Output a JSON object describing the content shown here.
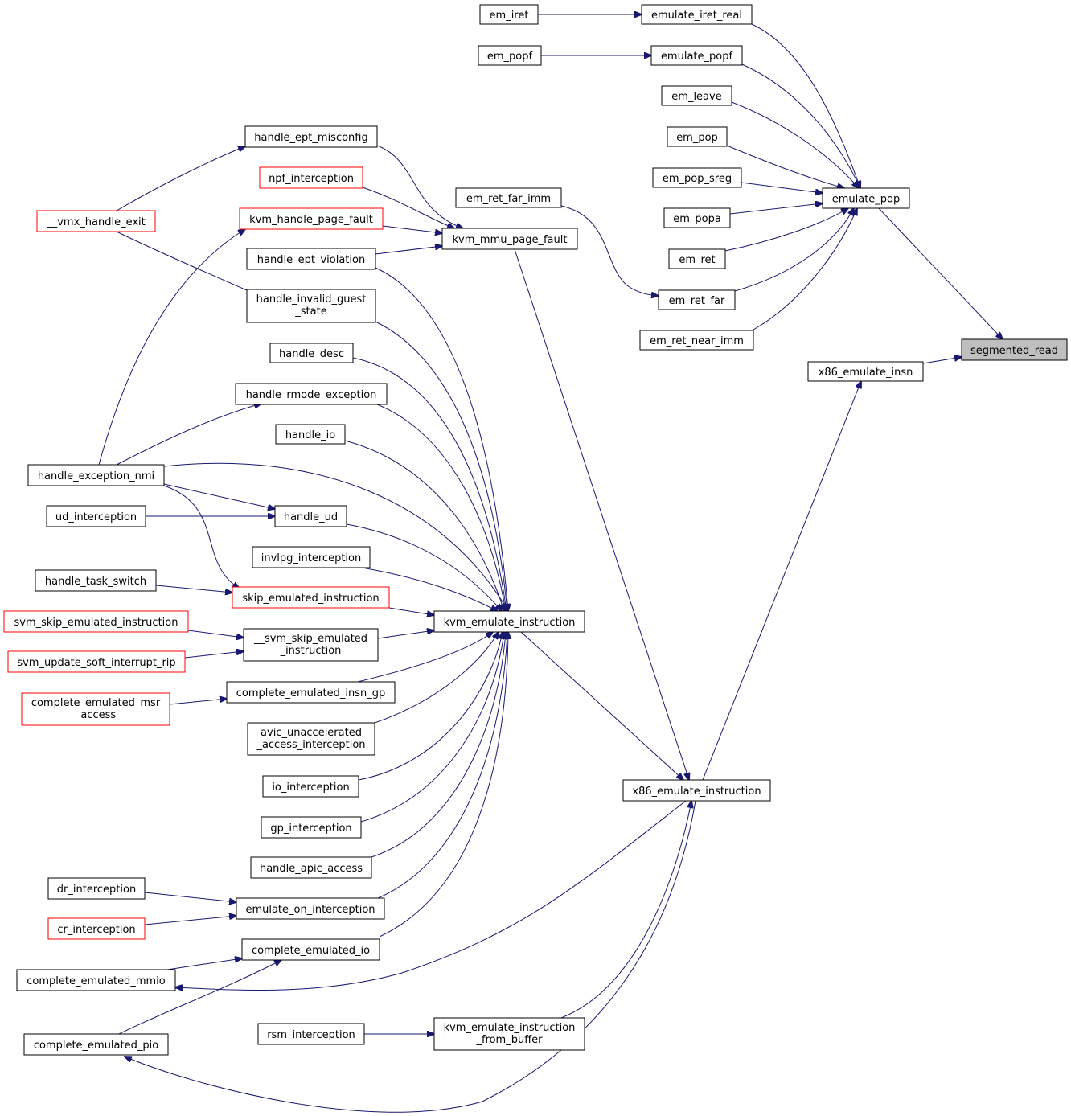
{
  "diagram": {
    "colors": {
      "edge": "#191970",
      "box_border": "#000000",
      "external_border": "#ff0000",
      "focus_fill": "#bfbfbf"
    },
    "nodes": [
      {
        "id": "em_iret",
        "label": [
          "em_iret"
        ],
        "style": "normal"
      },
      {
        "id": "emulate_iret_real",
        "label": [
          "emulate_iret_real"
        ],
        "style": "normal"
      },
      {
        "id": "em_popf",
        "label": [
          "em_popf"
        ],
        "style": "normal"
      },
      {
        "id": "emulate_popf",
        "label": [
          "emulate_popf"
        ],
        "style": "normal"
      },
      {
        "id": "em_leave",
        "label": [
          "em_leave"
        ],
        "style": "normal"
      },
      {
        "id": "em_pop",
        "label": [
          "em_pop"
        ],
        "style": "normal"
      },
      {
        "id": "em_pop_sreg",
        "label": [
          "em_pop_sreg"
        ],
        "style": "normal"
      },
      {
        "id": "emulate_pop",
        "label": [
          "emulate_pop"
        ],
        "style": "normal"
      },
      {
        "id": "em_popa",
        "label": [
          "em_popa"
        ],
        "style": "normal"
      },
      {
        "id": "em_ret",
        "label": [
          "em_ret"
        ],
        "style": "normal"
      },
      {
        "id": "em_ret_far",
        "label": [
          "em_ret_far"
        ],
        "style": "normal"
      },
      {
        "id": "em_ret_near_imm",
        "label": [
          "em_ret_near_imm"
        ],
        "style": "normal"
      },
      {
        "id": "segmented_read",
        "label": [
          "segmented_read"
        ],
        "style": "focus"
      },
      {
        "id": "x86_emulate_insn",
        "label": [
          "x86_emulate_insn"
        ],
        "style": "normal"
      },
      {
        "id": "em_ret_far_imm",
        "label": [
          "em_ret_far_imm"
        ],
        "style": "normal"
      },
      {
        "id": "kvm_mmu_page_fault",
        "label": [
          "kvm_mmu_page_fault"
        ],
        "style": "normal"
      },
      {
        "id": "handle_ept_misconfig",
        "label": [
          "handle_ept_misconfig"
        ],
        "style": "normal"
      },
      {
        "id": "npf_interception",
        "label": [
          "npf_interception"
        ],
        "style": "external"
      },
      {
        "id": "kvm_handle_page_fault",
        "label": [
          "kvm_handle_page_fault"
        ],
        "style": "external"
      },
      {
        "id": "handle_ept_violation",
        "label": [
          "handle_ept_violation"
        ],
        "style": "normal"
      },
      {
        "id": "vmx_handle_exit",
        "label": [
          "__vmx_handle_exit"
        ],
        "style": "external"
      },
      {
        "id": "handle_invalid_guest_state",
        "label": [
          "handle_invalid_guest",
          "_state"
        ],
        "style": "normal"
      },
      {
        "id": "handle_desc",
        "label": [
          "handle_desc"
        ],
        "style": "normal"
      },
      {
        "id": "handle_rmode_exception",
        "label": [
          "handle_rmode_exception"
        ],
        "style": "normal"
      },
      {
        "id": "handle_io",
        "label": [
          "handle_io"
        ],
        "style": "normal"
      },
      {
        "id": "handle_exception_nmi",
        "label": [
          "handle_exception_nmi"
        ],
        "style": "normal"
      },
      {
        "id": "ud_interception",
        "label": [
          "ud_interception"
        ],
        "style": "normal"
      },
      {
        "id": "handle_ud",
        "label": [
          "handle_ud"
        ],
        "style": "normal"
      },
      {
        "id": "invlpg_interception",
        "label": [
          "invlpg_interception"
        ],
        "style": "normal"
      },
      {
        "id": "handle_task_switch",
        "label": [
          "handle_task_switch"
        ],
        "style": "normal"
      },
      {
        "id": "skip_emulated_instruction",
        "label": [
          "skip_emulated_instruction"
        ],
        "style": "external"
      },
      {
        "id": "kvm_emulate_instruction",
        "label": [
          "kvm_emulate_instruction"
        ],
        "style": "normal"
      },
      {
        "id": "svm_skip_emulated_instruction",
        "label": [
          "svm_skip_emulated_instruction"
        ],
        "style": "external"
      },
      {
        "id": "__svm_skip_emulated_instruction",
        "label": [
          "__svm_skip_emulated",
          "_instruction"
        ],
        "style": "normal"
      },
      {
        "id": "svm_update_soft_interrupt_rip",
        "label": [
          "svm_update_soft_interrupt_rip"
        ],
        "style": "external"
      },
      {
        "id": "complete_emulated_insn_gp",
        "label": [
          "complete_emulated_insn_gp"
        ],
        "style": "normal"
      },
      {
        "id": "complete_emulated_msr_access",
        "label": [
          "complete_emulated_msr",
          "_access"
        ],
        "style": "external"
      },
      {
        "id": "avic_unaccelerated_access_interception",
        "label": [
          "avic_unaccelerated",
          "_access_interception"
        ],
        "style": "normal"
      },
      {
        "id": "io_interception",
        "label": [
          "io_interception"
        ],
        "style": "normal"
      },
      {
        "id": "x86_emulate_instruction",
        "label": [
          "x86_emulate_instruction"
        ],
        "style": "normal"
      },
      {
        "id": "gp_interception",
        "label": [
          "gp_interception"
        ],
        "style": "normal"
      },
      {
        "id": "handle_apic_access",
        "label": [
          "handle_apic_access"
        ],
        "style": "normal"
      },
      {
        "id": "dr_interception",
        "label": [
          "dr_interception"
        ],
        "style": "normal"
      },
      {
        "id": "emulate_on_interception",
        "label": [
          "emulate_on_interception"
        ],
        "style": "normal"
      },
      {
        "id": "cr_interception",
        "label": [
          "cr_interception"
        ],
        "style": "external"
      },
      {
        "id": "complete_emulated_io",
        "label": [
          "complete_emulated_io"
        ],
        "style": "normal"
      },
      {
        "id": "complete_emulated_mmio",
        "label": [
          "complete_emulated_mmio"
        ],
        "style": "normal"
      },
      {
        "id": "rsm_interception",
        "label": [
          "rsm_interception"
        ],
        "style": "normal"
      },
      {
        "id": "kvm_emulate_instruction_from_buffer",
        "label": [
          "kvm_emulate_instruction",
          "_from_buffer"
        ],
        "style": "normal"
      },
      {
        "id": "complete_emulated_pio",
        "label": [
          "complete_emulated_pio"
        ],
        "style": "normal"
      }
    ],
    "edges": [
      {
        "from": "em_iret",
        "to": "emulate_iret_real"
      },
      {
        "from": "em_popf",
        "to": "emulate_popf"
      },
      {
        "from": "emulate_iret_real",
        "to": "emulate_pop"
      },
      {
        "from": "emulate_popf",
        "to": "emulate_pop"
      },
      {
        "from": "em_leave",
        "to": "emulate_pop"
      },
      {
        "from": "em_pop",
        "to": "emulate_pop"
      },
      {
        "from": "em_pop_sreg",
        "to": "emulate_pop"
      },
      {
        "from": "em_popa",
        "to": "emulate_pop"
      },
      {
        "from": "em_ret",
        "to": "emulate_pop"
      },
      {
        "from": "em_ret_far",
        "to": "emulate_pop"
      },
      {
        "from": "em_ret_near_imm",
        "to": "emulate_pop"
      },
      {
        "from": "emulate_pop",
        "to": "segmented_read"
      },
      {
        "from": "x86_emulate_insn",
        "to": "segmented_read"
      },
      {
        "from": "em_ret_far_imm",
        "to": "em_ret_far"
      },
      {
        "from": "handle_ept_misconfig",
        "to": "kvm_mmu_page_fault"
      },
      {
        "from": "npf_interception",
        "to": "kvm_mmu_page_fault"
      },
      {
        "from": "kvm_handle_page_fault",
        "to": "kvm_mmu_page_fault"
      },
      {
        "from": "handle_ept_violation",
        "to": "kvm_mmu_page_fault"
      },
      {
        "from": "vmx_handle_exit",
        "to": "handle_ept_misconfig"
      },
      {
        "from": "vmx_handle_exit",
        "to": "handle_invalid_guest_state"
      },
      {
        "from": "handle_exception_nmi",
        "to": "kvm_handle_page_fault"
      },
      {
        "from": "handle_exception_nmi",
        "to": "handle_rmode_exception"
      },
      {
        "from": "handle_exception_nmi",
        "to": "handle_ud"
      },
      {
        "from": "handle_exception_nmi",
        "to": "skip_emulated_instruction"
      },
      {
        "from": "handle_exception_nmi",
        "to": "kvm_emulate_instruction"
      },
      {
        "from": "ud_interception",
        "to": "handle_ud"
      },
      {
        "from": "handle_task_switch",
        "to": "skip_emulated_instruction"
      },
      {
        "from": "svm_skip_emulated_instruction",
        "to": "__svm_skip_emulated_instruction"
      },
      {
        "from": "svm_update_soft_interrupt_rip",
        "to": "__svm_skip_emulated_instruction"
      },
      {
        "from": "complete_emulated_msr_access",
        "to": "complete_emulated_insn_gp"
      },
      {
        "from": "dr_interception",
        "to": "emulate_on_interception"
      },
      {
        "from": "cr_interception",
        "to": "emulate_on_interception"
      },
      {
        "from": "complete_emulated_mmio",
        "to": "complete_emulated_io"
      },
      {
        "from": "complete_emulated_pio",
        "to": "complete_emulated_io"
      },
      {
        "from": "rsm_interception",
        "to": "kvm_emulate_instruction_from_buffer"
      },
      {
        "from": "handle_ept_violation",
        "to": "kvm_emulate_instruction"
      },
      {
        "from": "handle_invalid_guest_state",
        "to": "kvm_emulate_instruction"
      },
      {
        "from": "handle_desc",
        "to": "kvm_emulate_instruction"
      },
      {
        "from": "handle_rmode_exception",
        "to": "kvm_emulate_instruction"
      },
      {
        "from": "handle_io",
        "to": "kvm_emulate_instruction"
      },
      {
        "from": "handle_ud",
        "to": "kvm_emulate_instruction"
      },
      {
        "from": "invlpg_interception",
        "to": "kvm_emulate_instruction"
      },
      {
        "from": "skip_emulated_instruction",
        "to": "kvm_emulate_instruction"
      },
      {
        "from": "__svm_skip_emulated_instruction",
        "to": "kvm_emulate_instruction"
      },
      {
        "from": "complete_emulated_insn_gp",
        "to": "kvm_emulate_instruction"
      },
      {
        "from": "avic_unaccelerated_access_interception",
        "to": "kvm_emulate_instruction"
      },
      {
        "from": "io_interception",
        "to": "kvm_emulate_instruction"
      },
      {
        "from": "gp_interception",
        "to": "kvm_emulate_instruction"
      },
      {
        "from": "handle_apic_access",
        "to": "kvm_emulate_instruction"
      },
      {
        "from": "emulate_on_interception",
        "to": "kvm_emulate_instruction"
      },
      {
        "from": "complete_emulated_io",
        "to": "kvm_emulate_instruction"
      },
      {
        "from": "kvm_mmu_page_fault",
        "to": "x86_emulate_instruction"
      },
      {
        "from": "kvm_emulate_instruction",
        "to": "x86_emulate_instruction"
      },
      {
        "from": "x86_emulate_instruction",
        "to": "x86_emulate_insn"
      },
      {
        "from": "x86_emulate_instruction",
        "to": "complete_emulated_mmio"
      },
      {
        "from": "kvm_emulate_instruction_from_buffer",
        "to": "x86_emulate_instruction"
      },
      {
        "from": "complete_emulated_pio",
        "to": "x86_emulate_instruction"
      }
    ]
  }
}
